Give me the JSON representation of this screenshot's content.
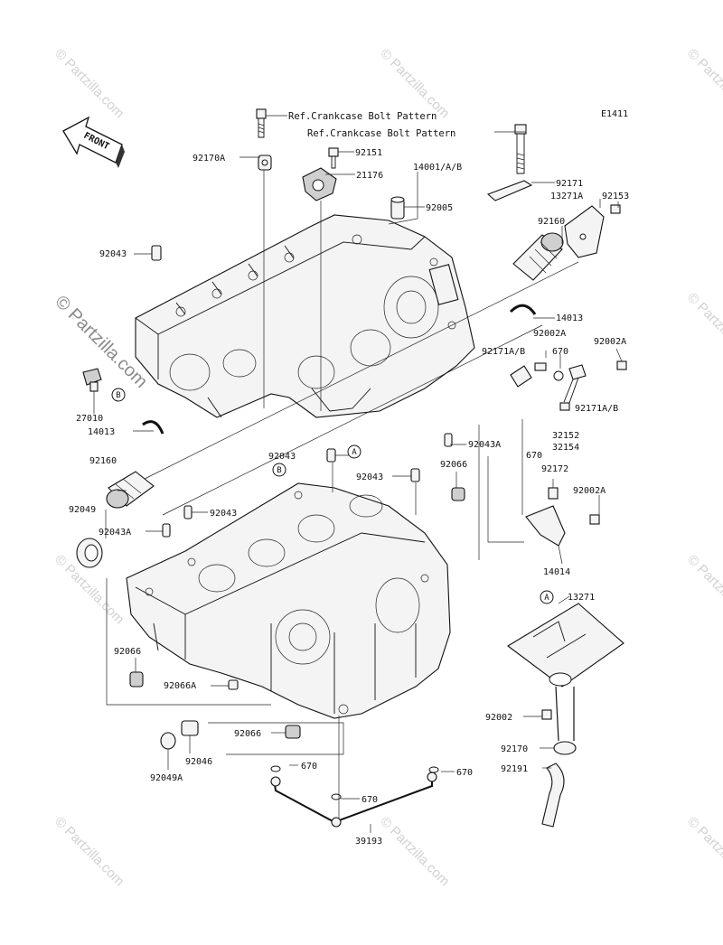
{
  "diagram_code": "E1411",
  "front_label": "FRONT",
  "watermarks": {
    "small": "© Partzilla.com",
    "big": "© Partzilla.com"
  },
  "callouts": {
    "A": "A",
    "B": "B"
  },
  "labels": {
    "ref1": "Ref.Crankcase Bolt Pattern",
    "ref2": "Ref.Crankcase Bolt Pattern",
    "p92170A": "92170A",
    "p92151": "92151",
    "p21176": "21176",
    "p14001": "14001/A/B",
    "p92171": "92171",
    "p92005": "92005",
    "p13271A": "13271A",
    "p92153": "92153",
    "p92043_top": "92043",
    "p92160_top": "92160",
    "p14013_r": "14013",
    "p92002A_1": "92002A",
    "p92171AB_1": "92171A/B",
    "p670_1": "670",
    "p92002A_2": "92002A",
    "p92171AB_2": "92171A/B",
    "p27010": "27010",
    "p14013_l": "14013",
    "p32152": "32152",
    "p670_2": "670",
    "p32154": "32154",
    "p92043A_mid": "92043A",
    "p92043_mid": "92043",
    "p92066_r": "92066",
    "p92172": "92172",
    "p92160_low": "92160",
    "p92043_mid2": "92043",
    "p92002A_3": "92002A",
    "p92049": "92049",
    "p92043_low": "92043",
    "p92043A_low": "92043A",
    "p14014": "14014",
    "p13271": "13271",
    "p92066_l": "92066",
    "p92066A": "92066A",
    "p92002": "92002",
    "p92066_b": "92066",
    "p92046": "92046",
    "p92170": "92170",
    "p92049A": "92049A",
    "p670_3": "670",
    "p670_4": "670",
    "p92191": "92191",
    "p670_5": "670",
    "p39193": "39193"
  }
}
